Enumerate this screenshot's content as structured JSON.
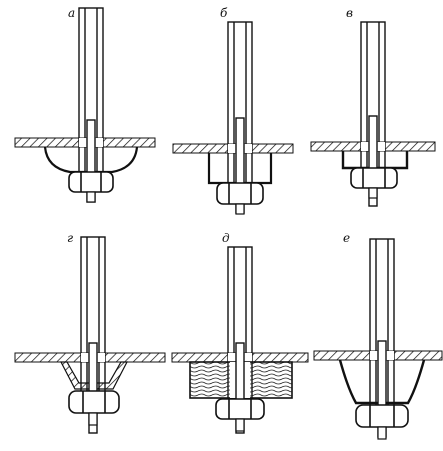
{
  "figure": {
    "panels": [
      {
        "id": "a",
        "label": "а",
        "variant": "round-cup"
      },
      {
        "id": "b",
        "label": "б",
        "variant": "deep-rect-cup"
      },
      {
        "id": "v",
        "label": "в",
        "variant": "shallow-rect-cup"
      },
      {
        "id": "g",
        "label": "г",
        "variant": "conical-washer"
      },
      {
        "id": "d",
        "label": "д",
        "variant": "wooden-block"
      },
      {
        "id": "e",
        "label": "е",
        "variant": "deep-round-cup"
      }
    ]
  },
  "colors": {
    "ink": "#111111",
    "paper": "#ffffff"
  }
}
